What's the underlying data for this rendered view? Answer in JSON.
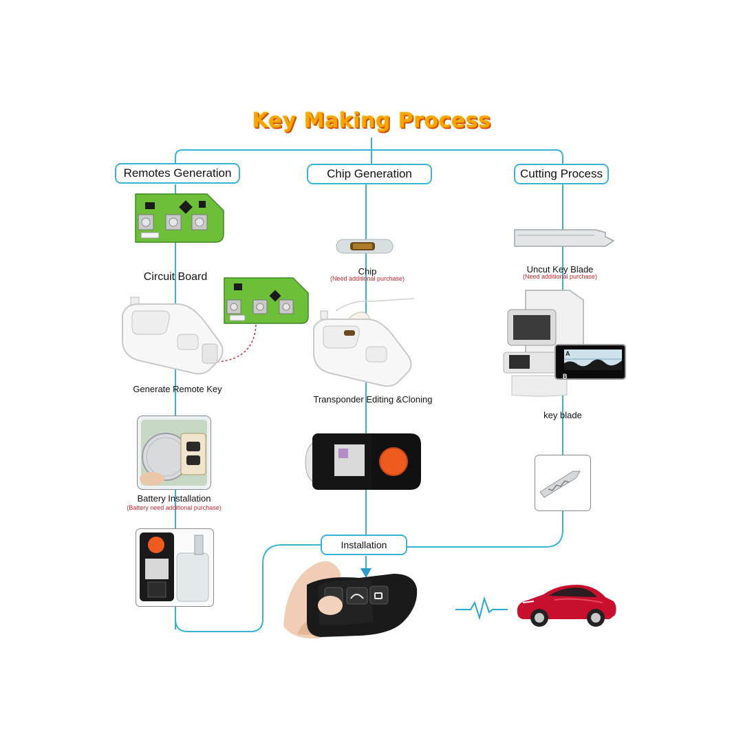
{
  "title": "Key Making Process",
  "sections": {
    "remotes": "Remotes Generation",
    "chip": "Chip Generation",
    "cutting": "Cutting Process",
    "installation": "Installation"
  },
  "labels": {
    "circuit_board": "Circuit Board",
    "generate_remote_key": "Generate Remote Key",
    "battery_installation": "Battery Installation",
    "battery_note": "(Battery need additional purchase)",
    "chip": "Chip",
    "chip_note": "(Need additional purchase)",
    "transponder": "Transponder Editing &Cloning",
    "uncut_blade": "Uncut Key  Blade",
    "blade_note": "(Need additional purchase)",
    "key_blade": "key blade",
    "cut_a": "A",
    "cut_b": "B"
  },
  "colors": {
    "line": "#38b3d6",
    "title": "#f7a600",
    "note": "#c0282d",
    "pcb": "#6dbf3a",
    "car": "#c8102e"
  }
}
